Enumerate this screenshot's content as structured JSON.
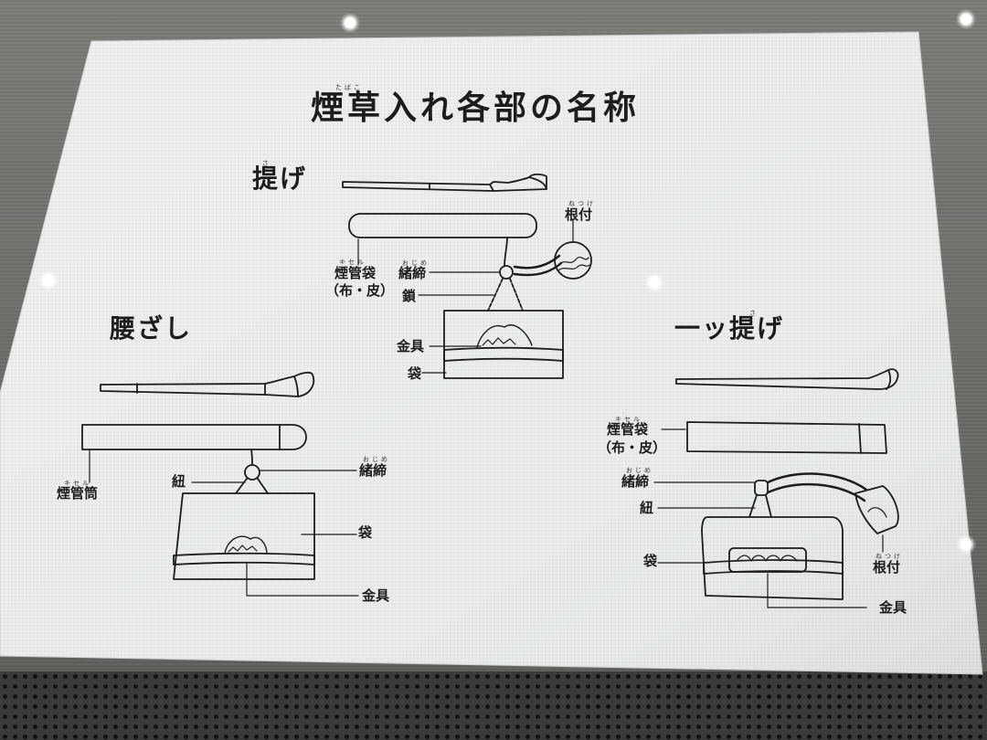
{
  "title": "煙草入れ各部の名称",
  "title_ruby": [
    "たばこ"
  ],
  "sections": {
    "sage": {
      "heading": "提げ",
      "heading_ruby": "さ",
      "labels": {
        "netsuke": "根付",
        "netsuke_ruby": "ねつけ",
        "kiseru_bukuro": "煙管袋",
        "kiseru_ruby": "キセル",
        "material": "（布・皮）",
        "ojime": "緒締",
        "ojime_ruby": "おじめ",
        "kusari": "鎖",
        "kanagu": "金具",
        "fukuro": "袋"
      }
    },
    "koshizashi": {
      "heading": "腰ざし",
      "labels": {
        "kiseru_zutsu": "煙管筒",
        "kiseru_ruby": "キセル",
        "himo": "紐",
        "ojime": "緒締",
        "ojime_ruby": "おじめ",
        "fukuro": "袋",
        "kanagu": "金具"
      }
    },
    "hitotsu_sage": {
      "heading": "一ッ提げ",
      "heading_ruby": "さ",
      "labels": {
        "kiseru_bukuro": "煙管袋",
        "kiseru_ruby": "キセル",
        "material": "（布・皮）",
        "ojime": "緒締",
        "ojime_ruby": "おじめ",
        "himo": "紐",
        "fukuro": "袋",
        "netsuke": "根付",
        "netsuke_ruby": "ねつけ",
        "kanagu": "金具"
      }
    }
  },
  "colors": {
    "board": "#e9ecea",
    "ink": "#1d1d1d",
    "cloth": "#6f6f6c"
  }
}
